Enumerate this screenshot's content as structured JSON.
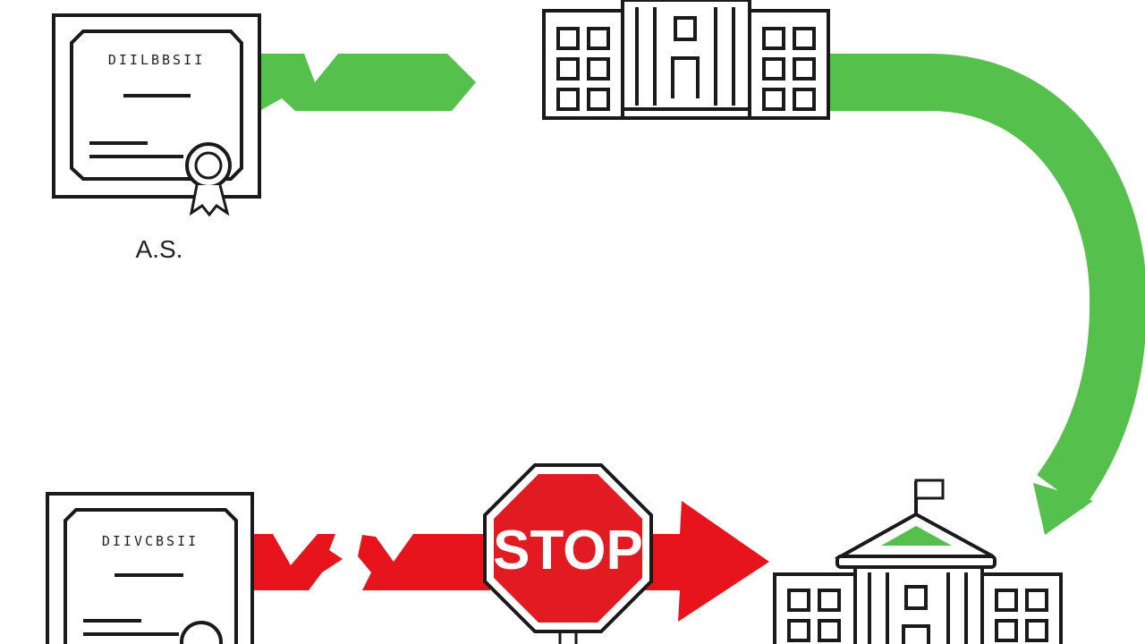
{
  "top_certificate": {
    "title_scribble": "DIILBBSII",
    "caption": "A.S."
  },
  "bottom_certificate": {
    "title_scribble": "DIIVCBSII"
  },
  "stop_sign": {
    "label": "STOP"
  },
  "colors": {
    "success_path": "#55c04c",
    "blocked_path": "#e8141b",
    "stop_sign": "#e21b22",
    "outline": "#1a1a1a",
    "roof_accent": "#55c04c"
  },
  "icons": {
    "top_certificate": "diploma-certificate-icon",
    "bottom_certificate": "diploma-certificate-icon",
    "top_building": "university-building-icon",
    "bottom_building": "college-building-icon",
    "stop": "stop-sign-icon"
  }
}
